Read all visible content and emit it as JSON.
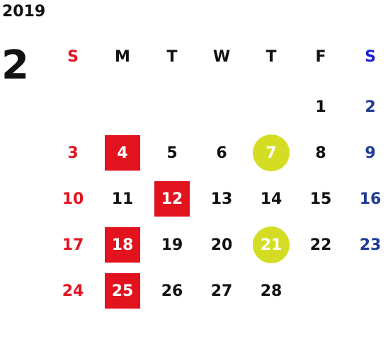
{
  "calendar": {
    "year": "2019",
    "month": "2",
    "weekdays": [
      "S",
      "M",
      "T",
      "W",
      "T",
      "F",
      "S"
    ],
    "weeks": [
      [
        "",
        "",
        "",
        "",
        "",
        "1",
        "2"
      ],
      [
        "3",
        "4",
        "5",
        "6",
        "7",
        "8",
        "9"
      ],
      [
        "10",
        "11",
        "12",
        "13",
        "14",
        "15",
        "16"
      ],
      [
        "17",
        "18",
        "19",
        "20",
        "21",
        "22",
        "23"
      ],
      [
        "24",
        "25",
        "26",
        "27",
        "28",
        "",
        ""
      ]
    ],
    "highlights": {
      "red_square_days": [
        "4",
        "12",
        "18",
        "25"
      ],
      "yellow_circle_days": [
        "7",
        "21"
      ]
    },
    "colors": {
      "sunday": "#e2121f",
      "saturday_header": "#1a1fd0",
      "saturday_days": "#1e3c94",
      "weekday": "#111111",
      "red_square": "#e2121f",
      "yellow_circle": "#d4dd23",
      "marked_text": "#ffffff"
    }
  }
}
